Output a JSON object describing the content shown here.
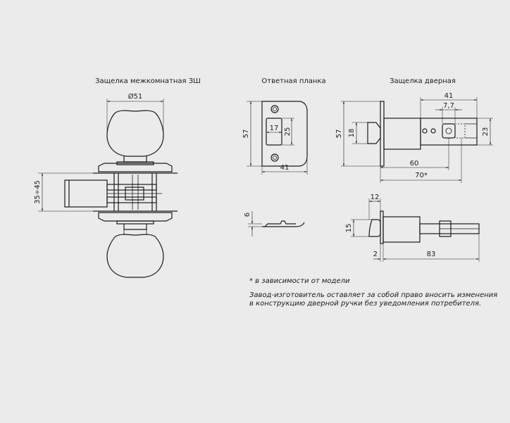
{
  "titles": {
    "interior_latch": "Защелка межкомнатная ЗШ",
    "strike_plate": "Ответная планка",
    "door_latch": "Защелка дверная"
  },
  "dimensions": {
    "knob_diameter": "Ø51",
    "latch_range": "35÷45",
    "strike_height": "57",
    "strike_window_width": "17",
    "strike_window_height": "25",
    "strike_width": "41",
    "strike_thickness": "6",
    "latch_height": "57",
    "latch_bolt_height": "18",
    "latch_body_width": "41",
    "latch_hole_spacing": "7,7",
    "latch_tail_height": "23",
    "latch_length_60": "60",
    "latch_length_70": "70*",
    "bolt_projection": "12",
    "bolt_height": "15",
    "plate_thickness": "2",
    "total_length": "83"
  },
  "notes": {
    "footnote": "* в зависимости от модели",
    "disclaimer_line1": "Завод-изготовитель оставляет за собой право вносить изменения",
    "disclaimer_line2": "в конструкцию дверной ручки без уведомления потребителя."
  }
}
